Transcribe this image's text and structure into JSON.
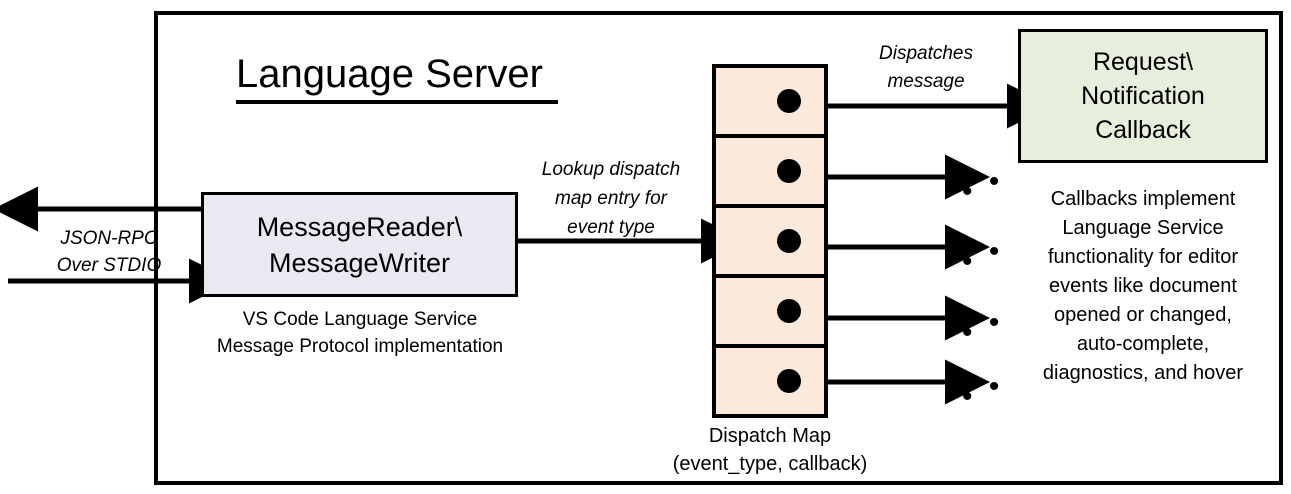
{
  "diagram": {
    "title": "Language Server",
    "frame_name": "language-server-boundary",
    "colors": {
      "message_box_fill": "#eae9f2",
      "dispatch_map_fill": "#fce9da",
      "callback_box_fill": "#e8eedc",
      "stroke": "#000000",
      "background": "#ffffff"
    }
  },
  "transport": {
    "label_line1": "JSON-RPC",
    "label_line2": "Over STDIO",
    "outgoing_arrow_name": "arrow-out-to-client",
    "incoming_arrow_name": "arrow-in-from-client"
  },
  "message_box": {
    "line1": "MessageReader\\",
    "line2": "MessageWriter",
    "caption_line1": "VS Code Language Service",
    "caption_line2": "Message Protocol implementation"
  },
  "lookup": {
    "line1": "Lookup dispatch",
    "line2": "map entry for",
    "line3": "event type"
  },
  "dispatch_map": {
    "caption_line1": "Dispatch Map",
    "caption_line2": "(event_type, callback)",
    "rows": [
      {
        "name": "dispatch-map-row-1",
        "has_dot": true,
        "target": "callback-box"
      },
      {
        "name": "dispatch-map-row-2",
        "has_dot": true,
        "target": "ellipsis",
        "ellipsis": "• • •"
      },
      {
        "name": "dispatch-map-row-3",
        "has_dot": true,
        "target": "ellipsis",
        "ellipsis": "• • •"
      },
      {
        "name": "dispatch-map-row-4",
        "has_dot": true,
        "target": "ellipsis",
        "ellipsis": "• • •"
      },
      {
        "name": "dispatch-map-row-5",
        "has_dot": true,
        "target": "ellipsis",
        "ellipsis": "• • •"
      }
    ]
  },
  "dispatch_arrow": {
    "line1": "Dispatches",
    "line2": "message"
  },
  "callback": {
    "line1": "Request\\",
    "line2": "Notification",
    "line3": "Callback",
    "caption_line1": "Callbacks implement",
    "caption_line2": "Language Service",
    "caption_line3": "functionality for editor",
    "caption_line4": "events like document",
    "caption_line5": "opened or changed,",
    "caption_line6": "auto-complete,",
    "caption_line7": "diagnostics, and hover"
  }
}
